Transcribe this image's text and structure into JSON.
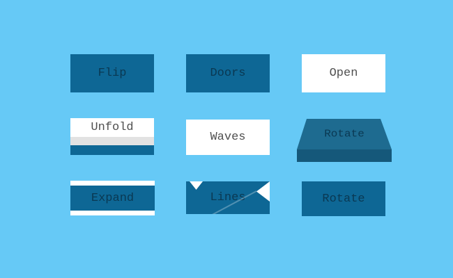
{
  "page": {
    "background_color": "#66c9f6",
    "button_color": "#0e6795",
    "button_text_color": "#0a3852",
    "white_button_text_color": "#4f4f4f",
    "slab_top_color": "#1e6b90",
    "slab_front_color": "#15587a",
    "unfold_band_color": "#e2e2e2"
  },
  "buttons": [
    {
      "label": "Flip"
    },
    {
      "label": "Doors"
    },
    {
      "label": "Open"
    },
    {
      "label": "Unfold"
    },
    {
      "label": "Waves"
    },
    {
      "label": "Rotate"
    },
    {
      "label": "Expand"
    },
    {
      "label": "Lines"
    },
    {
      "label": "Rotate"
    }
  ]
}
